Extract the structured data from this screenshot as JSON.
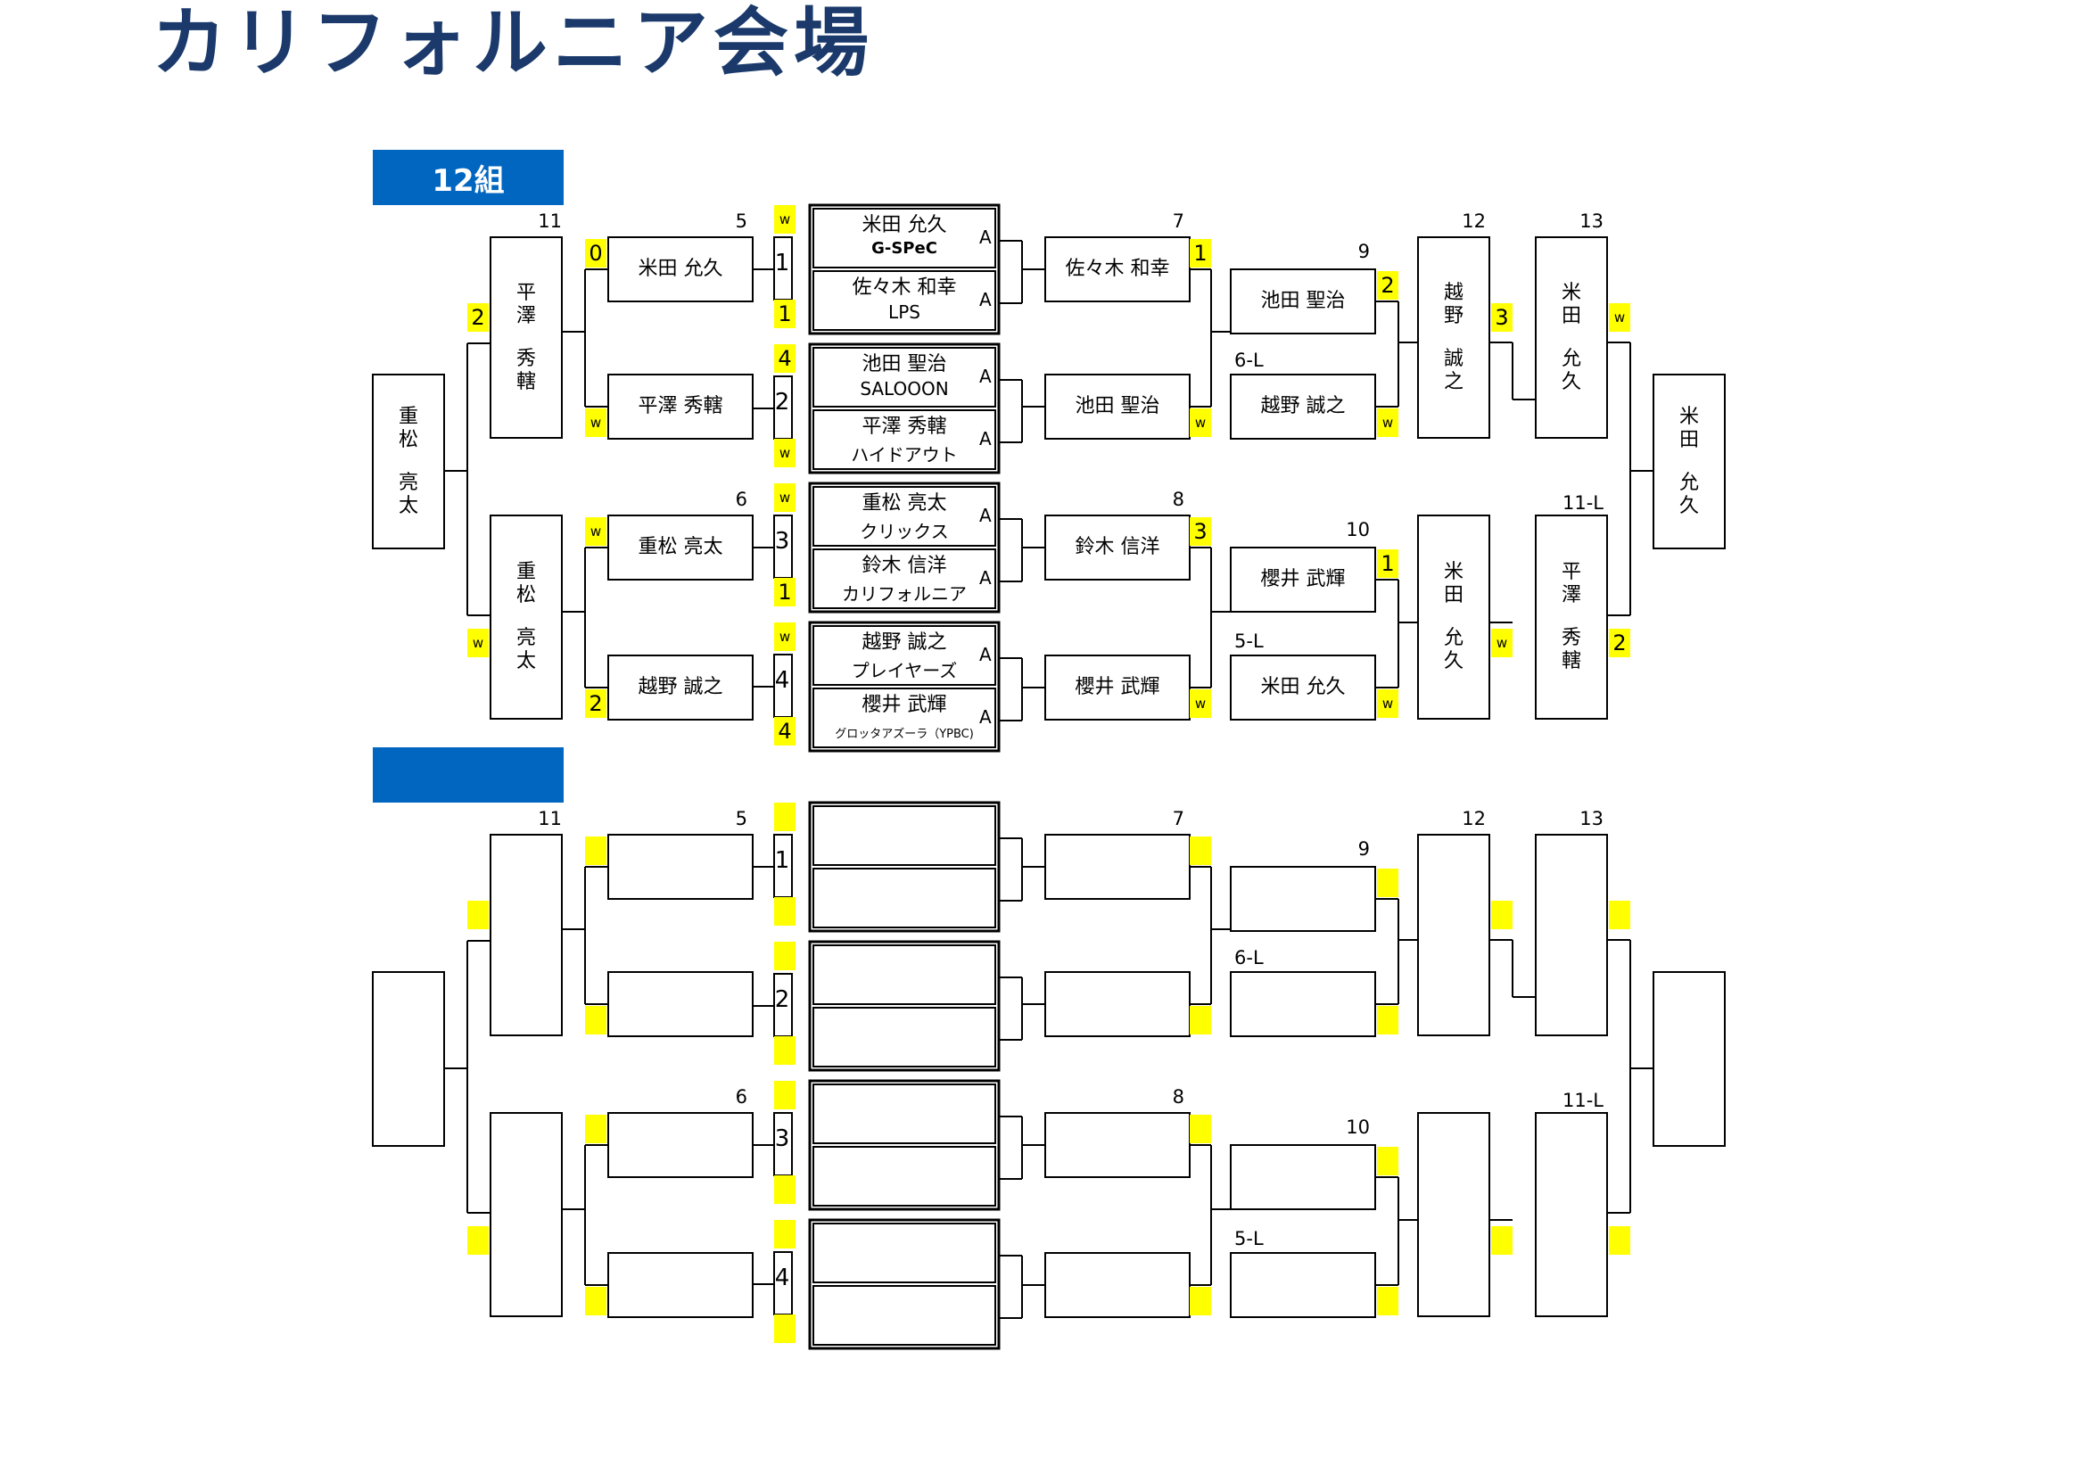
{
  "title": "カリフォルニア会場",
  "brackets": [
    {
      "group": "12組",
      "numbers": {
        "n11": "11",
        "n5": "5",
        "n6": "6",
        "n7": "7",
        "n8": "8",
        "n9": "9",
        "n10": "10",
        "n12": "12",
        "n13": "13",
        "l6": "6-L",
        "l5": "5-L",
        "l11": "11-L"
      },
      "match_numbers": [
        "1",
        "2",
        "3",
        "4"
      ],
      "tables": [
        {
          "p1": "米田 允久",
          "t1": "G-SPeC",
          "p2": "佐々木 和幸",
          "t2": "LPS",
          "a1": "A",
          "a2": "A"
        },
        {
          "p1": "池田 聖治",
          "t1": "SALOOON",
          "p2": "平澤 秀轄",
          "t2": "ハイドアウト",
          "a1": "A",
          "a2": "A"
        },
        {
          "p1": "重松 亮太",
          "t1": "クリックス",
          "p2": "鈴木 信洋",
          "t2": "カリフォルニア",
          "a1": "A",
          "a2": "A"
        },
        {
          "p1": "越野 誠之",
          "t1": "プレイヤーズ",
          "p2": "櫻井 武輝",
          "t2": "グロッタアズーラ（YPBC)",
          "a1": "A",
          "a2": "A"
        }
      ],
      "winners": {
        "w5": "米田 允久",
        "w5b": "平澤 秀轄",
        "w6": "重松 亮太",
        "w6b": "越野 誠之",
        "w7": "佐々木 和幸",
        "w7b": "池田 聖治",
        "w8": "鈴木 信洋",
        "w8b": "櫻井 武輝",
        "w9": "池田 聖治",
        "w9b": "越野 誠之",
        "w10": "櫻井 武輝",
        "w10b": "米田 允久",
        "v11a": [
          "平",
          "澤",
          "",
          "秀",
          "轄"
        ],
        "v11b": [
          "重",
          "松",
          "",
          "亮",
          "太"
        ],
        "v12a": [
          "越",
          "野",
          "",
          "誠",
          "之"
        ],
        "v12b": [
          "米",
          "田",
          "",
          "允",
          "久"
        ],
        "v13a": [
          "米",
          "田",
          "",
          "允",
          "久"
        ],
        "v13b": [
          "平",
          "澤",
          "",
          "秀",
          "轄"
        ],
        "vleft": [
          "重",
          "松",
          "",
          "亮",
          "太"
        ],
        "vright": [
          "米",
          "田",
          "",
          "允",
          "久"
        ]
      },
      "scores": {
        "s5a": "0",
        "s5b": "w",
        "s6a": "w",
        "s6b": "2",
        "m1a": "w",
        "m1b": "1",
        "m2a": "4",
        "m2b": "w",
        "m3a": "w",
        "m3b": "1",
        "m4a": "w",
        "m4b": "4",
        "s7a": "1",
        "s7b": "w",
        "s8a": "3",
        "s8b": "w",
        "s9a": "2",
        "s9b": "w",
        "s10a": "1",
        "s10b": "w",
        "s11a": "2",
        "s11b": "w",
        "s12a": "3",
        "s12b": "w",
        "s13a": "w",
        "s13b": "2"
      }
    },
    {
      "group": "",
      "numbers": {
        "n11": "11",
        "n5": "5",
        "n6": "6",
        "n7": "7",
        "n8": "8",
        "n9": "9",
        "n10": "10",
        "n12": "12",
        "n13": "13",
        "l6": "6-L",
        "l5": "5-L",
        "l11": "11-L"
      },
      "match_numbers": [
        "1",
        "2",
        "3",
        "4"
      ]
    }
  ],
  "colors": {
    "header": "#0066c0",
    "score_bg": "#ffff00",
    "title": "#1b3a6b"
  }
}
